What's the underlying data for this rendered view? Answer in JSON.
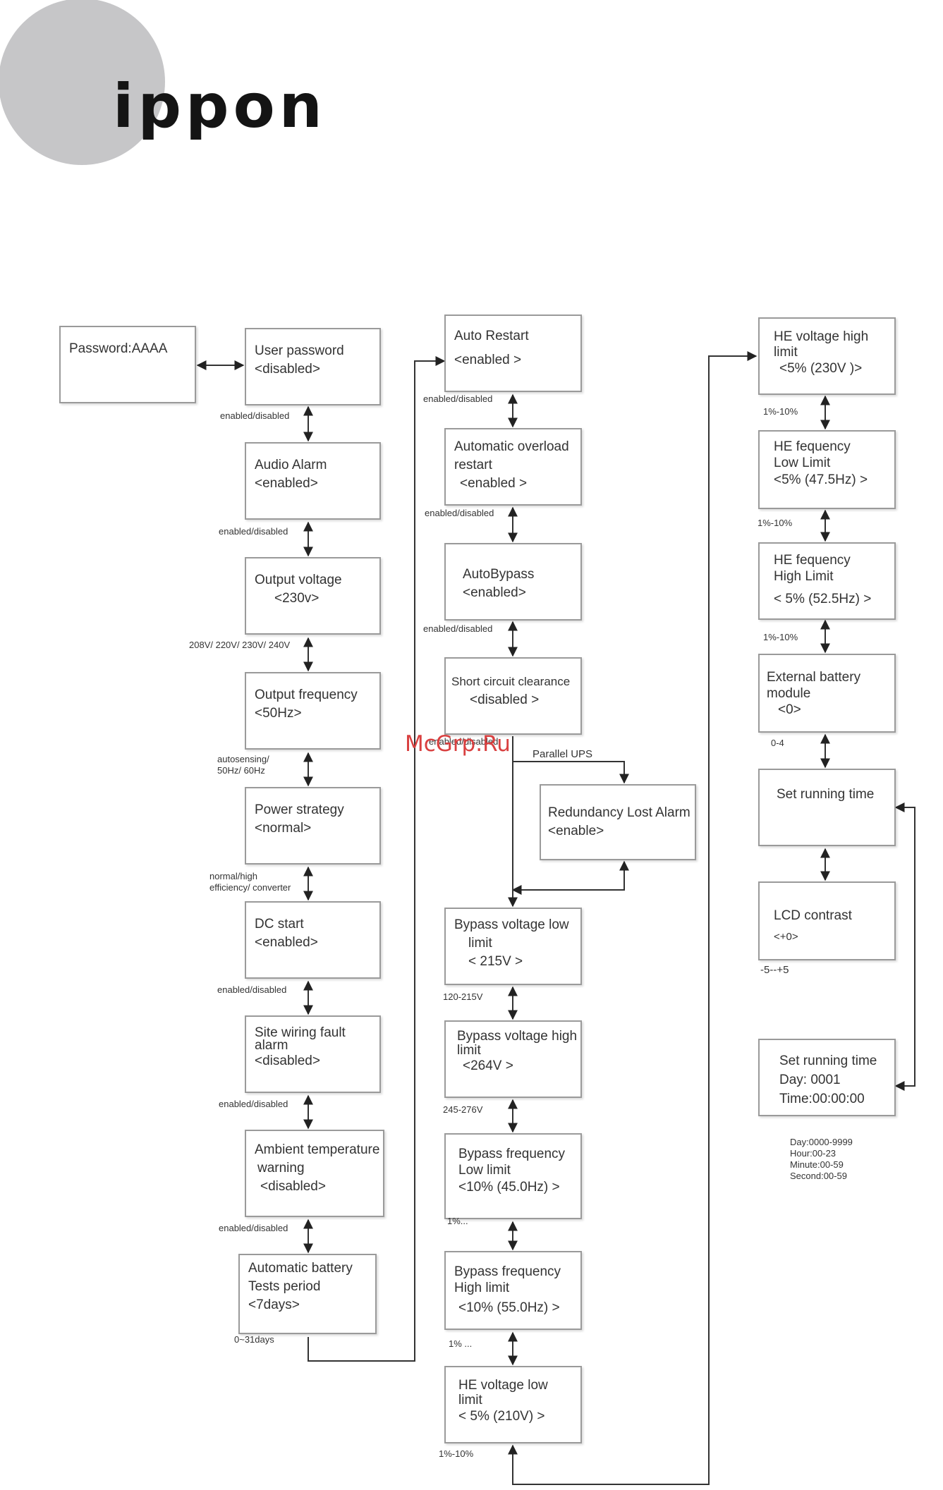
{
  "logo": {
    "brand": "ippon"
  },
  "watermark": "McGrp.Ru",
  "boxes": {
    "password": [
      "Password:AAAA"
    ],
    "user_password": [
      "User password",
      "<disabled>"
    ],
    "audio_alarm": [
      "Audio Alarm",
      "<enabled>"
    ],
    "output_voltage": [
      "Output voltage",
      "<230v>"
    ],
    "output_frequency": [
      "Output frequency",
      "<50Hz>"
    ],
    "power_strategy": [
      "Power strategy",
      "<normal>"
    ],
    "dc_start": [
      "DC start",
      "<enabled>"
    ],
    "site_wiring": [
      "Site wiring fault",
      "alarm",
      "<disabled>"
    ],
    "ambient_temp": [
      "Ambient temperature",
      "warning",
      "<disabled>"
    ],
    "battery_tests": [
      "Automatic battery",
      "Tests period",
      "<7days>"
    ],
    "auto_restart": [
      "Auto Restart",
      "<enabled >"
    ],
    "auto_overload": [
      "Automatic overload",
      "restart",
      "<enabled >"
    ],
    "auto_bypass": [
      "AutoBypass",
      "<enabled>"
    ],
    "short_circuit": [
      "Short circuit clearance",
      "<disabled >"
    ],
    "redundancy": [
      "Redundancy Lost Alarm",
      "<enable>"
    ],
    "bypass_v_low": [
      "Bypass voltage low",
      "limit",
      "< 215V >"
    ],
    "bypass_v_high": [
      "Bypass voltage high",
      "limit",
      "<264V >"
    ],
    "bypass_f_low": [
      "Bypass frequency",
      "Low limit",
      "<10% (45.0Hz) >"
    ],
    "bypass_f_high": [
      "Bypass frequency",
      "High limit",
      "<10%  (55.0Hz) >"
    ],
    "he_v_low": [
      "HE voltage  low",
      "limit",
      "< 5% (210V) >"
    ],
    "he_v_high": [
      "HE voltage high",
      "limit",
      "<5% (230V )>"
    ],
    "he_f_low": [
      "HE fequency",
      "Low Limit",
      "<5% (47.5Hz) >"
    ],
    "he_f_high": [
      "HE fequency",
      "High Limit",
      "< 5% (52.5Hz) >"
    ],
    "ext_battery": [
      "External battery",
      "module",
      "<0>"
    ],
    "set_running_time": [
      "Set running time"
    ],
    "lcd_contrast": [
      "LCD contrast",
      "<+0>"
    ],
    "set_running_time_detail": [
      "Set running time",
      "Day: 0001",
      "Time:00:00:00"
    ]
  },
  "labels": {
    "user_password": "enabled/disabled",
    "audio_alarm": "enabled/disabled",
    "output_voltage": "208V/ 220V/ 230V/ 240V",
    "output_frequency_1": "autosensing/",
    "output_frequency_2": "50Hz/ 60Hz",
    "power_strategy_1": "normal/high",
    "power_strategy_2": "efficiency/ converter",
    "dc_start": "enabled/disabled",
    "site_wiring": "enabled/disabled",
    "ambient_temp": "enabled/disabled",
    "battery_tests": "0~31days",
    "auto_restart": "enabled/disabled",
    "auto_overload": "enabled/disabled",
    "auto_bypass": "enabled/disabled",
    "short_circuit": "enabled/disabled",
    "parallel_ups": "Parallel UPS",
    "bypass_v_low": "120-215V",
    "bypass_v_high": "245-276V",
    "bypass_f_low": "1%...",
    "bypass_f_high": "1%   ...",
    "he_v_low": "1%-10%",
    "he_v_high": "1%-10%",
    "he_f_low": "1%-10%",
    "he_f_high": "1%-10%",
    "ext_battery": "0-4",
    "lcd_contrast": "-5--+5",
    "time_1": "Day:0000-9999",
    "time_2": "Hour:00-23",
    "time_3": "Minute:00-59",
    "time_4": "Second:00-59"
  }
}
